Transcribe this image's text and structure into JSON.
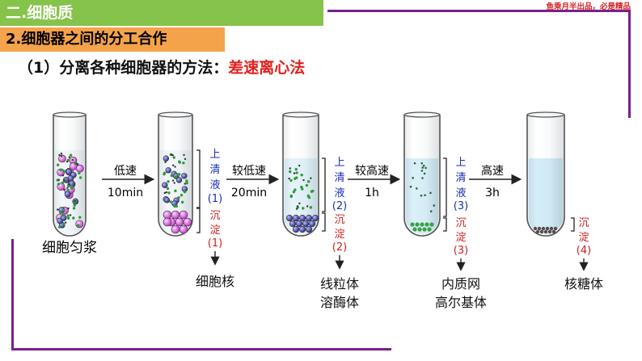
{
  "header": {
    "section": "二.细胞质",
    "subsection": "2.细胞器之间的分工合作",
    "watermark": "鱼乘月半出品，必是精品"
  },
  "method": {
    "prefix": "（1）分离各种细胞器的方法：",
    "name": "差速离心法"
  },
  "steps": [
    {
      "speed": "低速",
      "time": "10min"
    },
    {
      "speed": "较低速",
      "time": "20min"
    },
    {
      "speed": "较高速",
      "time": "1h"
    },
    {
      "speed": "高速",
      "time": "3h"
    }
  ],
  "labels": {
    "homogenate": "细胞匀浆",
    "supernatant": [
      "上清液(1)",
      "上清液(2)",
      "上清液(3)"
    ],
    "sediment": [
      "沉淀(1)",
      "沉淀(2)",
      "沉淀(3)",
      "沉淀(4)"
    ],
    "products": [
      [
        "细胞核"
      ],
      [
        "线粒体",
        "溶酶体"
      ],
      [
        "内质网",
        "高尔基体"
      ],
      [
        "核糖体"
      ]
    ]
  },
  "colors": {
    "frame": "#7a1f8c",
    "section_bg": "#86c34a",
    "subsection_bg": "#f4a34b",
    "supernatant_text": "#1a2fb0",
    "sediment_text": "#d02020",
    "method_highlight": "#e0201c"
  }
}
